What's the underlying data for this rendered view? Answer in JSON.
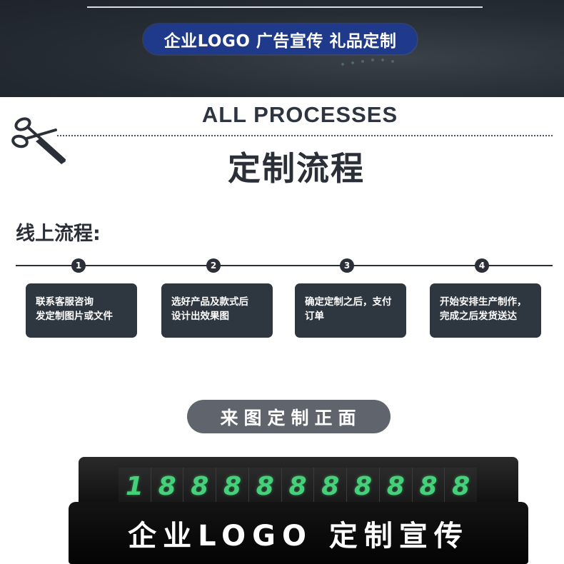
{
  "banner": {
    "pill_text": "企业LOGO  广告宣传 礼品定制"
  },
  "processes": {
    "title_en": "ALL PROCESSES",
    "title_cn": "定制流程"
  },
  "online": {
    "title": "线上流程:",
    "steps": [
      {
        "num": "1",
        "text": "联系客服咨询\n发定制图片或文件"
      },
      {
        "num": "2",
        "text": "选好产品及款式后\n设计出效果图"
      },
      {
        "num": "3",
        "text": "确定定制之后，支付\n订单"
      },
      {
        "num": "4",
        "text": "开始安排生产制作，\n完成之后发货送达"
      }
    ]
  },
  "front": {
    "pill_text": "来图定制正面"
  },
  "plate": {
    "digits": [
      "1",
      "8",
      "8",
      "8",
      "8",
      "8",
      "8",
      "8",
      "8",
      "8",
      "8"
    ],
    "digit_color": "#45d07a",
    "front_text": "企业LOGO 定制宣传"
  },
  "colors": {
    "banner_pill": "#1f3a8a",
    "card_bg": "#2e3640",
    "front_pill": "#60656d"
  }
}
